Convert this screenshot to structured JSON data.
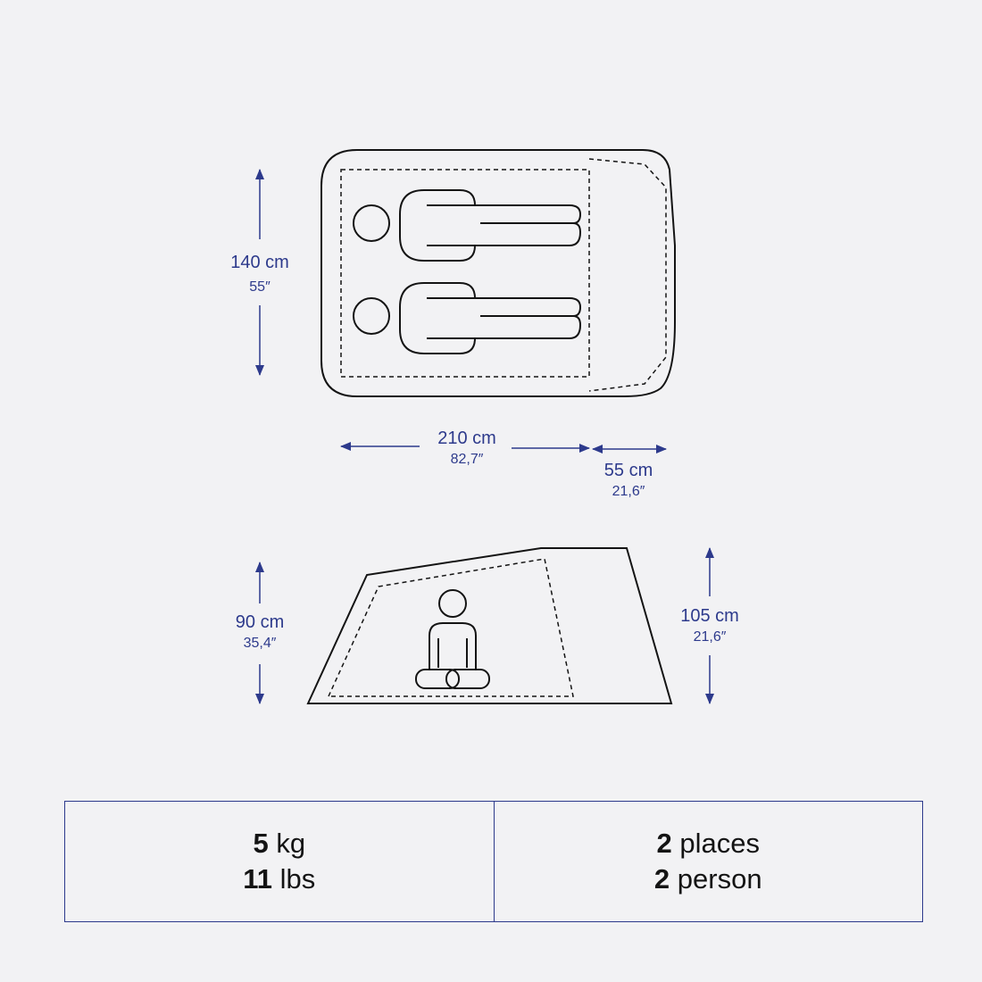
{
  "top_view": {
    "height": {
      "metric": "140 cm",
      "imperial": "55″"
    },
    "length": {
      "metric": "210 cm",
      "imperial": "82,7″"
    },
    "vestibule": {
      "metric": "55 cm",
      "imperial": "21,6″"
    }
  },
  "side_view": {
    "rear_height": {
      "metric": "90 cm",
      "imperial": "35,4″"
    },
    "front_height": {
      "metric": "105 cm",
      "imperial": "21,6″"
    }
  },
  "specs": {
    "weight": [
      {
        "value": "5",
        "unit": "kg"
      },
      {
        "value": "11",
        "unit": "lbs"
      }
    ],
    "capacity": [
      {
        "value": "2",
        "unit": "places"
      },
      {
        "value": "2",
        "unit": "person"
      }
    ]
  },
  "colors": {
    "accent": "#2d3a8c",
    "outline": "#141414",
    "background": "#f2f2f4"
  }
}
